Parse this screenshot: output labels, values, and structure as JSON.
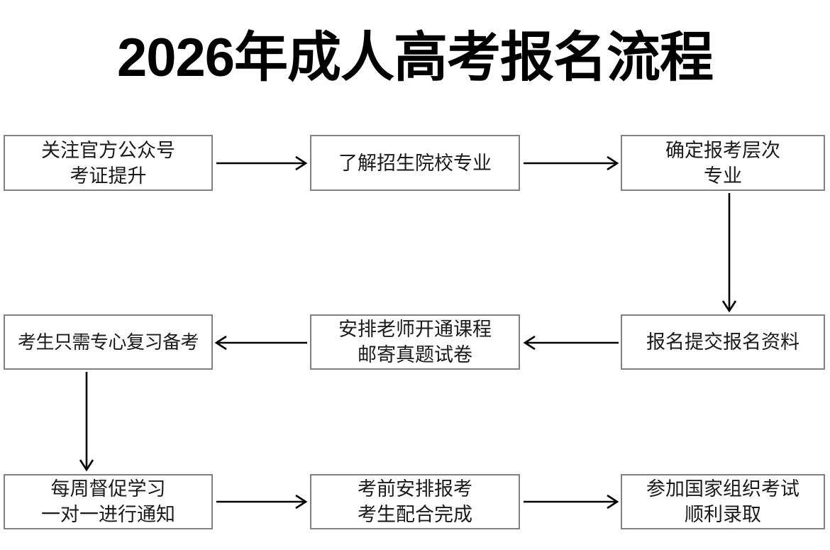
{
  "page": {
    "title": "2026年成人高考报名流程",
    "background_color": "#ffffff",
    "title_color": "#000000",
    "box_border_color": "#808080",
    "box_fill_color": "#ffffff",
    "box_text_color": "#1a1a1a",
    "arrow_color": "#000000"
  },
  "flowchart": {
    "type": "process-flow",
    "columns": 3,
    "rows": 3,
    "nodes": [
      {
        "id": "n1",
        "order": 1,
        "row": 1,
        "column": 1,
        "lines": [
          "关注官方公众号",
          "考证提升"
        ]
      },
      {
        "id": "n2",
        "order": 2,
        "row": 1,
        "column": 2,
        "lines": [
          "了解招生院校专业"
        ]
      },
      {
        "id": "n3",
        "order": 3,
        "row": 1,
        "column": 3,
        "lines": [
          "确定报考层次",
          "专业"
        ]
      },
      {
        "id": "n4",
        "order": 4,
        "row": 2,
        "column": 3,
        "lines": [
          "报名提交报名资料"
        ]
      },
      {
        "id": "n5",
        "order": 5,
        "row": 2,
        "column": 2,
        "lines": [
          "安排老师开通课程",
          "邮寄真题试卷"
        ]
      },
      {
        "id": "n6",
        "order": 6,
        "row": 2,
        "column": 1,
        "lines": [
          "考生只需专心复习备考"
        ]
      },
      {
        "id": "n7",
        "order": 7,
        "row": 3,
        "column": 1,
        "lines": [
          "每周督促学习",
          "一对一进行通知"
        ]
      },
      {
        "id": "n8",
        "order": 8,
        "row": 3,
        "column": 2,
        "lines": [
          "考前安排报考",
          "考生配合完成"
        ]
      },
      {
        "id": "n9",
        "order": 9,
        "row": 3,
        "column": 3,
        "lines": [
          "参加国家组织考试",
          "顺利录取"
        ]
      }
    ],
    "connectors": [
      {
        "id": "c1",
        "from": "n1",
        "to": "n2",
        "direction": "right"
      },
      {
        "id": "c2",
        "from": "n2",
        "to": "n3",
        "direction": "right"
      },
      {
        "id": "c3",
        "from": "n3",
        "to": "n4",
        "direction": "down"
      },
      {
        "id": "c4",
        "from": "n4",
        "to": "n5",
        "direction": "left"
      },
      {
        "id": "c5",
        "from": "n5",
        "to": "n6",
        "direction": "left"
      },
      {
        "id": "c6",
        "from": "n6",
        "to": "n7",
        "direction": "down"
      },
      {
        "id": "c7",
        "from": "n7",
        "to": "n8",
        "direction": "right"
      },
      {
        "id": "c8",
        "from": "n8",
        "to": "n9",
        "direction": "right"
      }
    ]
  }
}
